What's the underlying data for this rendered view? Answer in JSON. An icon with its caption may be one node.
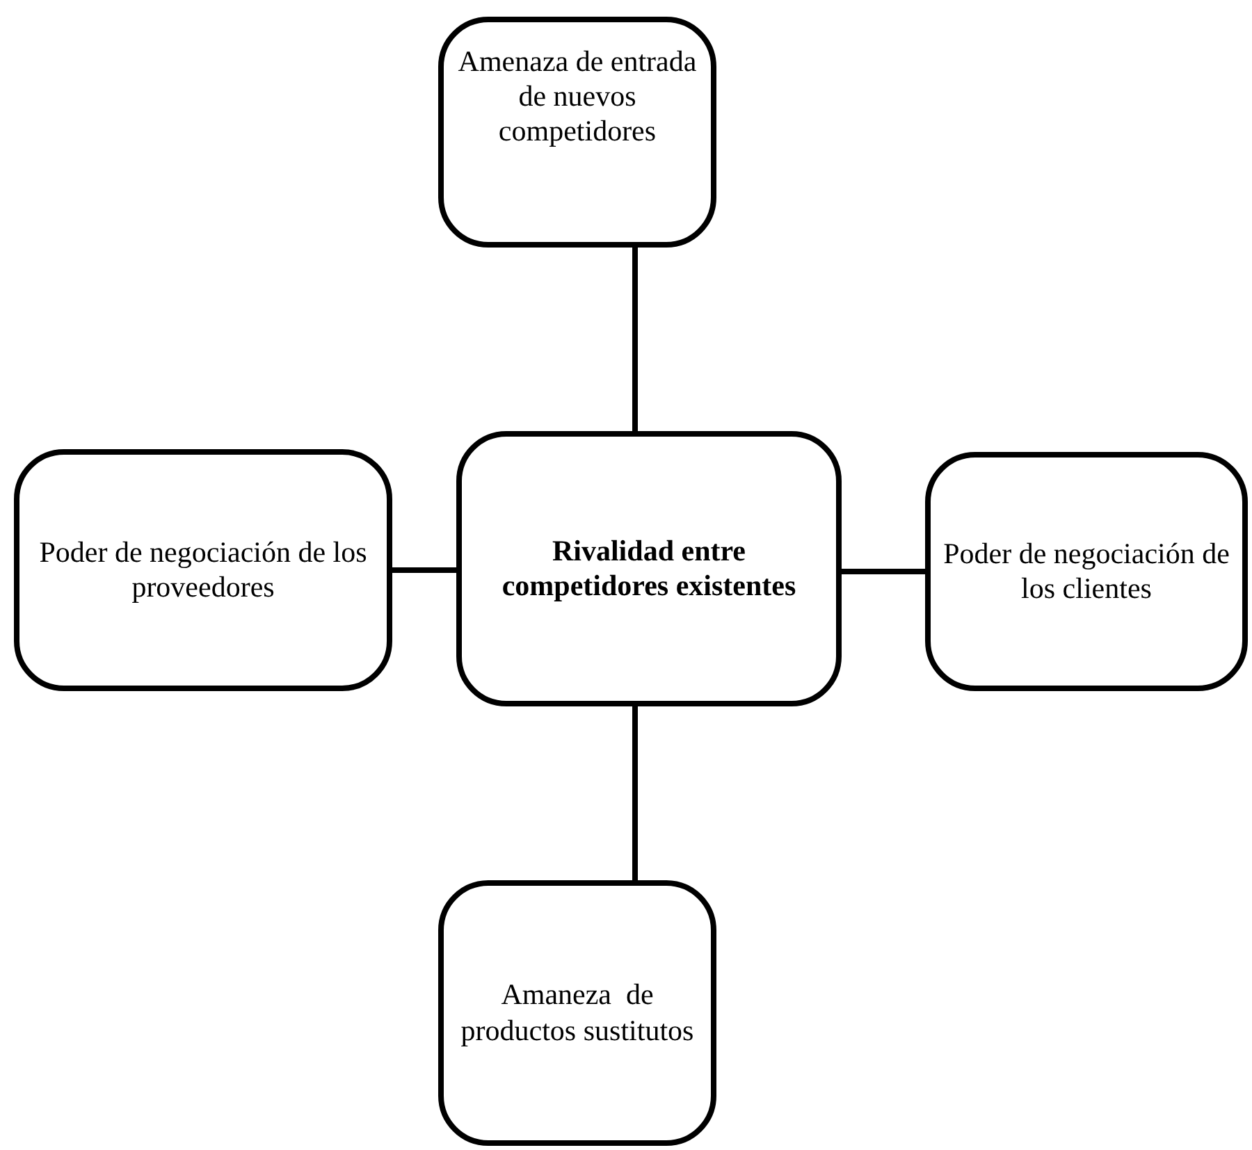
{
  "diagram": {
    "nodes": [
      {
        "text": [
          "Amenaza de entrada de nuevos competidores"
        ]
      },
      {
        "text": [
          "Poder de negociación de los proveedores"
        ]
      },
      {
        "text": [
          "Rivalidad entre competidores existentes"
        ]
      },
      {
        "text": [
          "Poder de negociación de los clientes"
        ]
      },
      {
        "text": [
          "Amaneza  de productos sustitutos"
        ]
      }
    ],
    "edges": [
      {
        "from": 0,
        "to": 2,
        "arrow": "none"
      },
      {
        "from": 1,
        "to": 2,
        "arrow": "none"
      },
      {
        "from": 2,
        "to": 3,
        "arrow": "none"
      },
      {
        "from": 2,
        "to": 4,
        "arrow": "none"
      }
    ]
  }
}
